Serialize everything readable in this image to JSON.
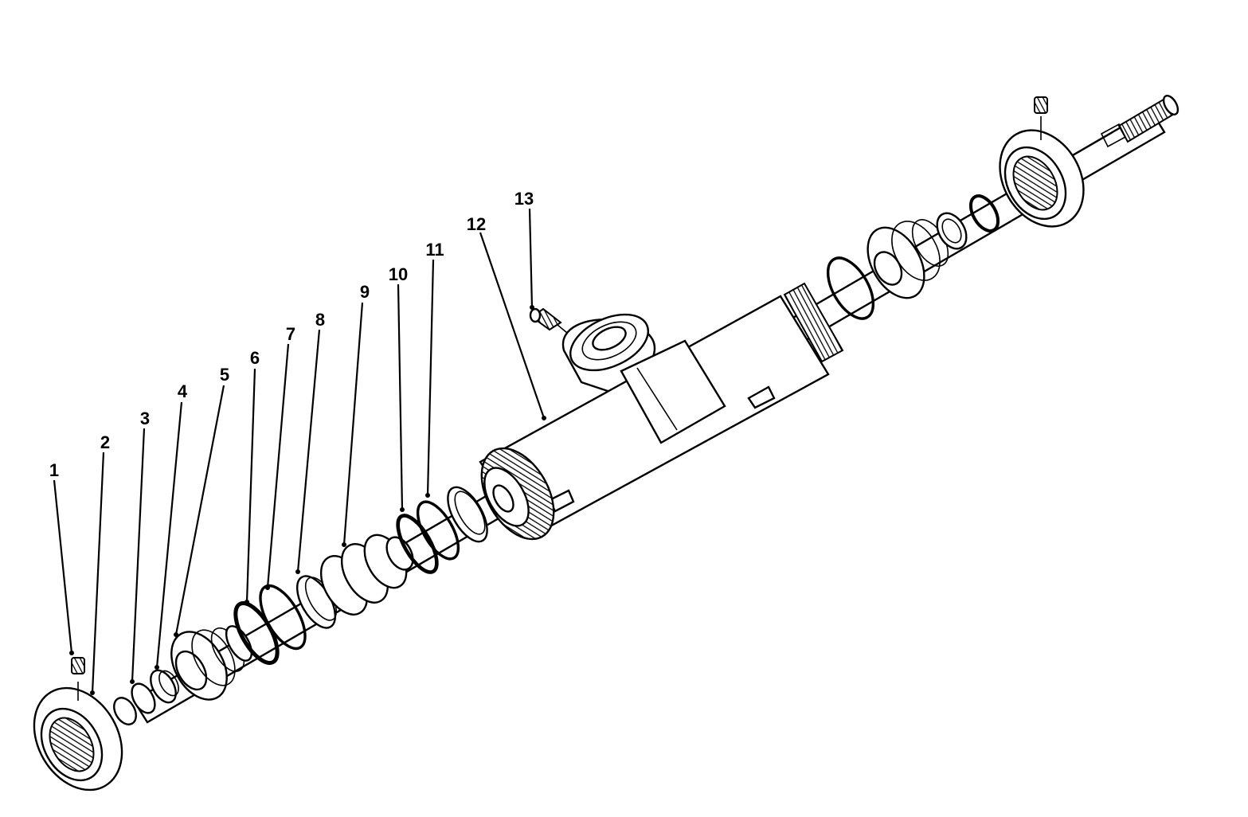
{
  "diagram": {
    "callouts": [
      {
        "id": "callout-1",
        "label": "1"
      },
      {
        "id": "callout-2",
        "label": "2"
      },
      {
        "id": "callout-3",
        "label": "3"
      },
      {
        "id": "callout-4",
        "label": "4"
      },
      {
        "id": "callout-5",
        "label": "5"
      },
      {
        "id": "callout-6",
        "label": "6"
      },
      {
        "id": "callout-7",
        "label": "7"
      },
      {
        "id": "callout-8",
        "label": "8"
      },
      {
        "id": "callout-9",
        "label": "9"
      },
      {
        "id": "callout-10",
        "label": "10"
      },
      {
        "id": "callout-11",
        "label": "11"
      },
      {
        "id": "callout-12",
        "label": "12"
      },
      {
        "id": "callout-13",
        "label": "13"
      }
    ],
    "colors": {
      "ink": "#000000",
      "paper": "#ffffff"
    }
  }
}
